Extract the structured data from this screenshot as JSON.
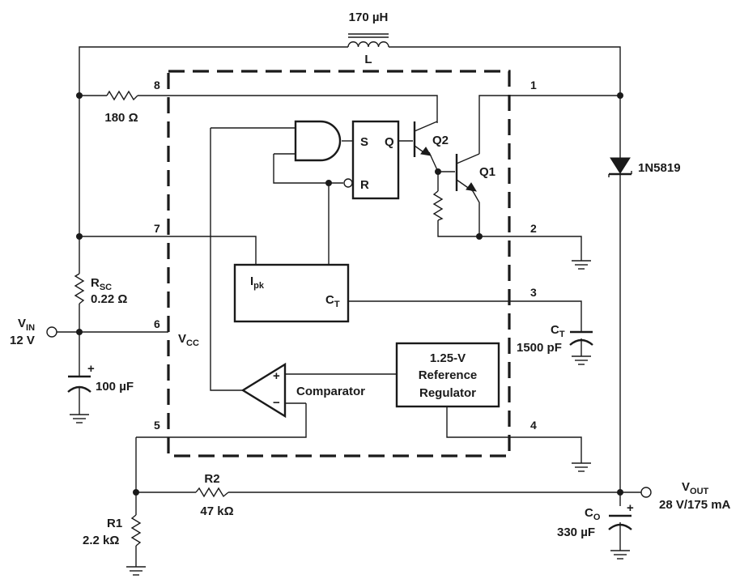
{
  "inductor": {
    "value": "170 µH",
    "name": "L"
  },
  "r_180": {
    "value": "180 Ω"
  },
  "rsc": {
    "name_main": "R",
    "name_sub": "SC",
    "value": "0.22 Ω"
  },
  "vin": {
    "name_main": "V",
    "name_sub": "IN",
    "value": "12 V"
  },
  "cin": {
    "plus": "+",
    "value": "100 µF"
  },
  "pins": {
    "p1": "1",
    "p2": "2",
    "p3": "3",
    "p4": "4",
    "p5": "5",
    "p6": "6",
    "p7": "7",
    "p8": "8"
  },
  "vcc": {
    "main": "V",
    "sub": "CC"
  },
  "flipflop": {
    "s": "S",
    "q": "Q",
    "r": "R"
  },
  "transistors": {
    "q1": "Q1",
    "q2": "Q2"
  },
  "ipk": {
    "main": "I",
    "sub": "pk"
  },
  "ct_pin": {
    "main": "C",
    "sub": "T"
  },
  "ct_cap": {
    "main": "C",
    "sub": "T",
    "value": "1500 pF"
  },
  "comparator": {
    "label": "Comparator",
    "plus": "+",
    "minus": "−"
  },
  "reference": {
    "line1": "1.25-V",
    "line2": "Reference",
    "line3": "Regulator"
  },
  "diode": {
    "label": "1N5819"
  },
  "vout": {
    "name_main": "V",
    "name_sub": "OUT",
    "value": "28 V/175 mA"
  },
  "co": {
    "name_main": "C",
    "name_sub": "O",
    "plus": "+",
    "value": "330 µF"
  },
  "r1": {
    "name": "R1",
    "value": "2.2 kΩ"
  },
  "r2": {
    "name": "R2",
    "value": "47 kΩ"
  }
}
